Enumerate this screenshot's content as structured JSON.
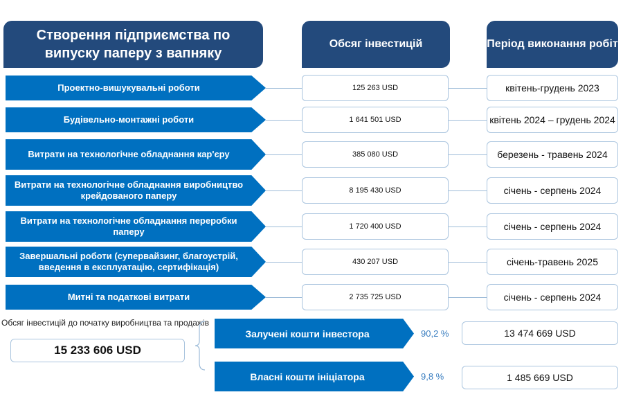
{
  "headers": {
    "project": "Створення підприємства по випуску паперу з вапняку",
    "investment": "Обсяг інвестицій",
    "period": "Період виконання робіт"
  },
  "rows": [
    {
      "label": "Проектно-вишукувальні роботи",
      "amount": "125 263 USD",
      "period": "квітень-грудень 2023"
    },
    {
      "label": "Будівельно-монтажні роботи",
      "amount": "1 641 501 USD",
      "period": "квітень 2024 – грудень 2024"
    },
    {
      "label": "Витрати на технологічне обладнання кар'єру",
      "amount": "385 080 USD",
      "period": "березень - травень 2024"
    },
    {
      "label": "Витрати на технологічне обладнання виробництво крейдованого паперу",
      "amount": "8 195 430 USD",
      "period": "січень - серпень 2024"
    },
    {
      "label": "Витрати на технологічне обладнання переробки паперу",
      "amount": "1 720 400 USD",
      "period": "січень - серпень 2024"
    },
    {
      "label": "Завершальні роботи (супервайзинг, благоустрій, введення в експлуатацію, сертифікація)",
      "amount": "430 207 USD",
      "period": "січень-травень 2025"
    },
    {
      "label": "Митні та податкові витрати",
      "amount": "2 735 725 USD",
      "period": "січень - серпень 2024"
    }
  ],
  "total": {
    "caption": "Обсяг інвестицій до початку виробництва та продажів",
    "value": "15 233 606 USD"
  },
  "funding": [
    {
      "label": "Залучені кошти інвестора",
      "percent": "90,2 %",
      "amount": "13 474 669 USD"
    },
    {
      "label": "Власні кошти ініціатора",
      "percent": "9,8 %",
      "amount": "1 485 669 USD"
    }
  ]
}
